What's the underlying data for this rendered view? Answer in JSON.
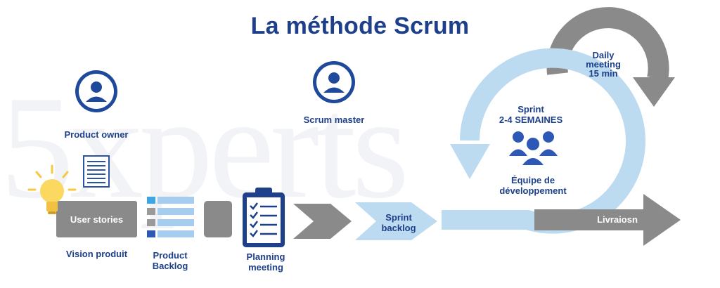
{
  "title": "La méthode Scrum",
  "watermark": "5xperts",
  "roles": {
    "product_owner": "Product owner",
    "scrum_master": "Scrum master"
  },
  "steps": {
    "user_stories": "User stories",
    "vision_produit": "Vision produit",
    "product_backlog": [
      "Product",
      "Backlog"
    ],
    "planning_meeting": [
      "Planning",
      "meeting"
    ],
    "sprint_backlog": [
      "Sprint",
      "backlog"
    ]
  },
  "sprint": {
    "label": "Sprint",
    "duration": "2-4 SEMAINES",
    "team": [
      "Équipe de",
      "développement"
    ]
  },
  "daily": [
    "Daily",
    "meeting",
    "15 min"
  ],
  "output": "Livraiosn",
  "colors": {
    "dark_blue": "#1e3f8a",
    "light_blue": "#b9d8ef",
    "gray": "#757575",
    "bulb": "#f7c843"
  }
}
